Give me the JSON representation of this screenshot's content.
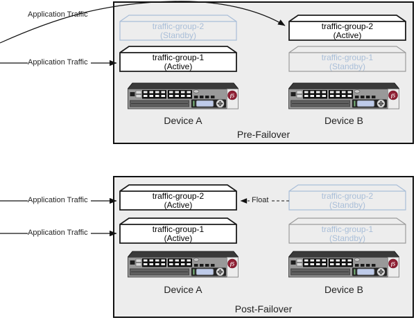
{
  "diagram": {
    "logo": {
      "text": "f5"
    },
    "labels": {
      "application_traffic": "Application Traffic",
      "float": "Float"
    },
    "panels": [
      {
        "title": "Pre-Failover",
        "devices": [
          {
            "label": "Device A"
          },
          {
            "label": "Device B"
          }
        ],
        "boxes": [
          {
            "name": "traffic-group-2",
            "state": "(Standby)",
            "style": "standby-blue",
            "device": "Device A"
          },
          {
            "name": "traffic-group-1",
            "state": "(Active)",
            "style": "active",
            "device": "Device A"
          },
          {
            "name": "traffic-group-2",
            "state": "(Active)",
            "style": "active",
            "device": "Device B"
          },
          {
            "name": "traffic-group-1",
            "state": "(Standby)",
            "style": "standby-gray",
            "device": "Device B"
          }
        ]
      },
      {
        "title": "Post-Failover",
        "devices": [
          {
            "label": "Device A"
          },
          {
            "label": "Device B"
          }
        ],
        "boxes": [
          {
            "name": "traffic-group-2",
            "state": "(Active)",
            "style": "active",
            "device": "Device A"
          },
          {
            "name": "traffic-group-1",
            "state": "(Active)",
            "style": "active",
            "device": "Device A"
          },
          {
            "name": "traffic-group-2",
            "state": "(Standby)",
            "style": "standby-blue",
            "device": "Device B"
          },
          {
            "name": "traffic-group-1",
            "state": "(Standby)",
            "style": "standby-gray",
            "device": "Device B"
          }
        ]
      }
    ],
    "colors": {
      "panel_bg": "#ededed",
      "panel_border": "#111111",
      "active_border": "#1a1a1a",
      "standby_blue": "#a9bed8",
      "standby_gray": "#9b9b9b",
      "standby_text": "#a9bed8",
      "arrow": "#111111",
      "f5_red": "#8e1f33",
      "lcd_screen": "#becbe9"
    }
  }
}
